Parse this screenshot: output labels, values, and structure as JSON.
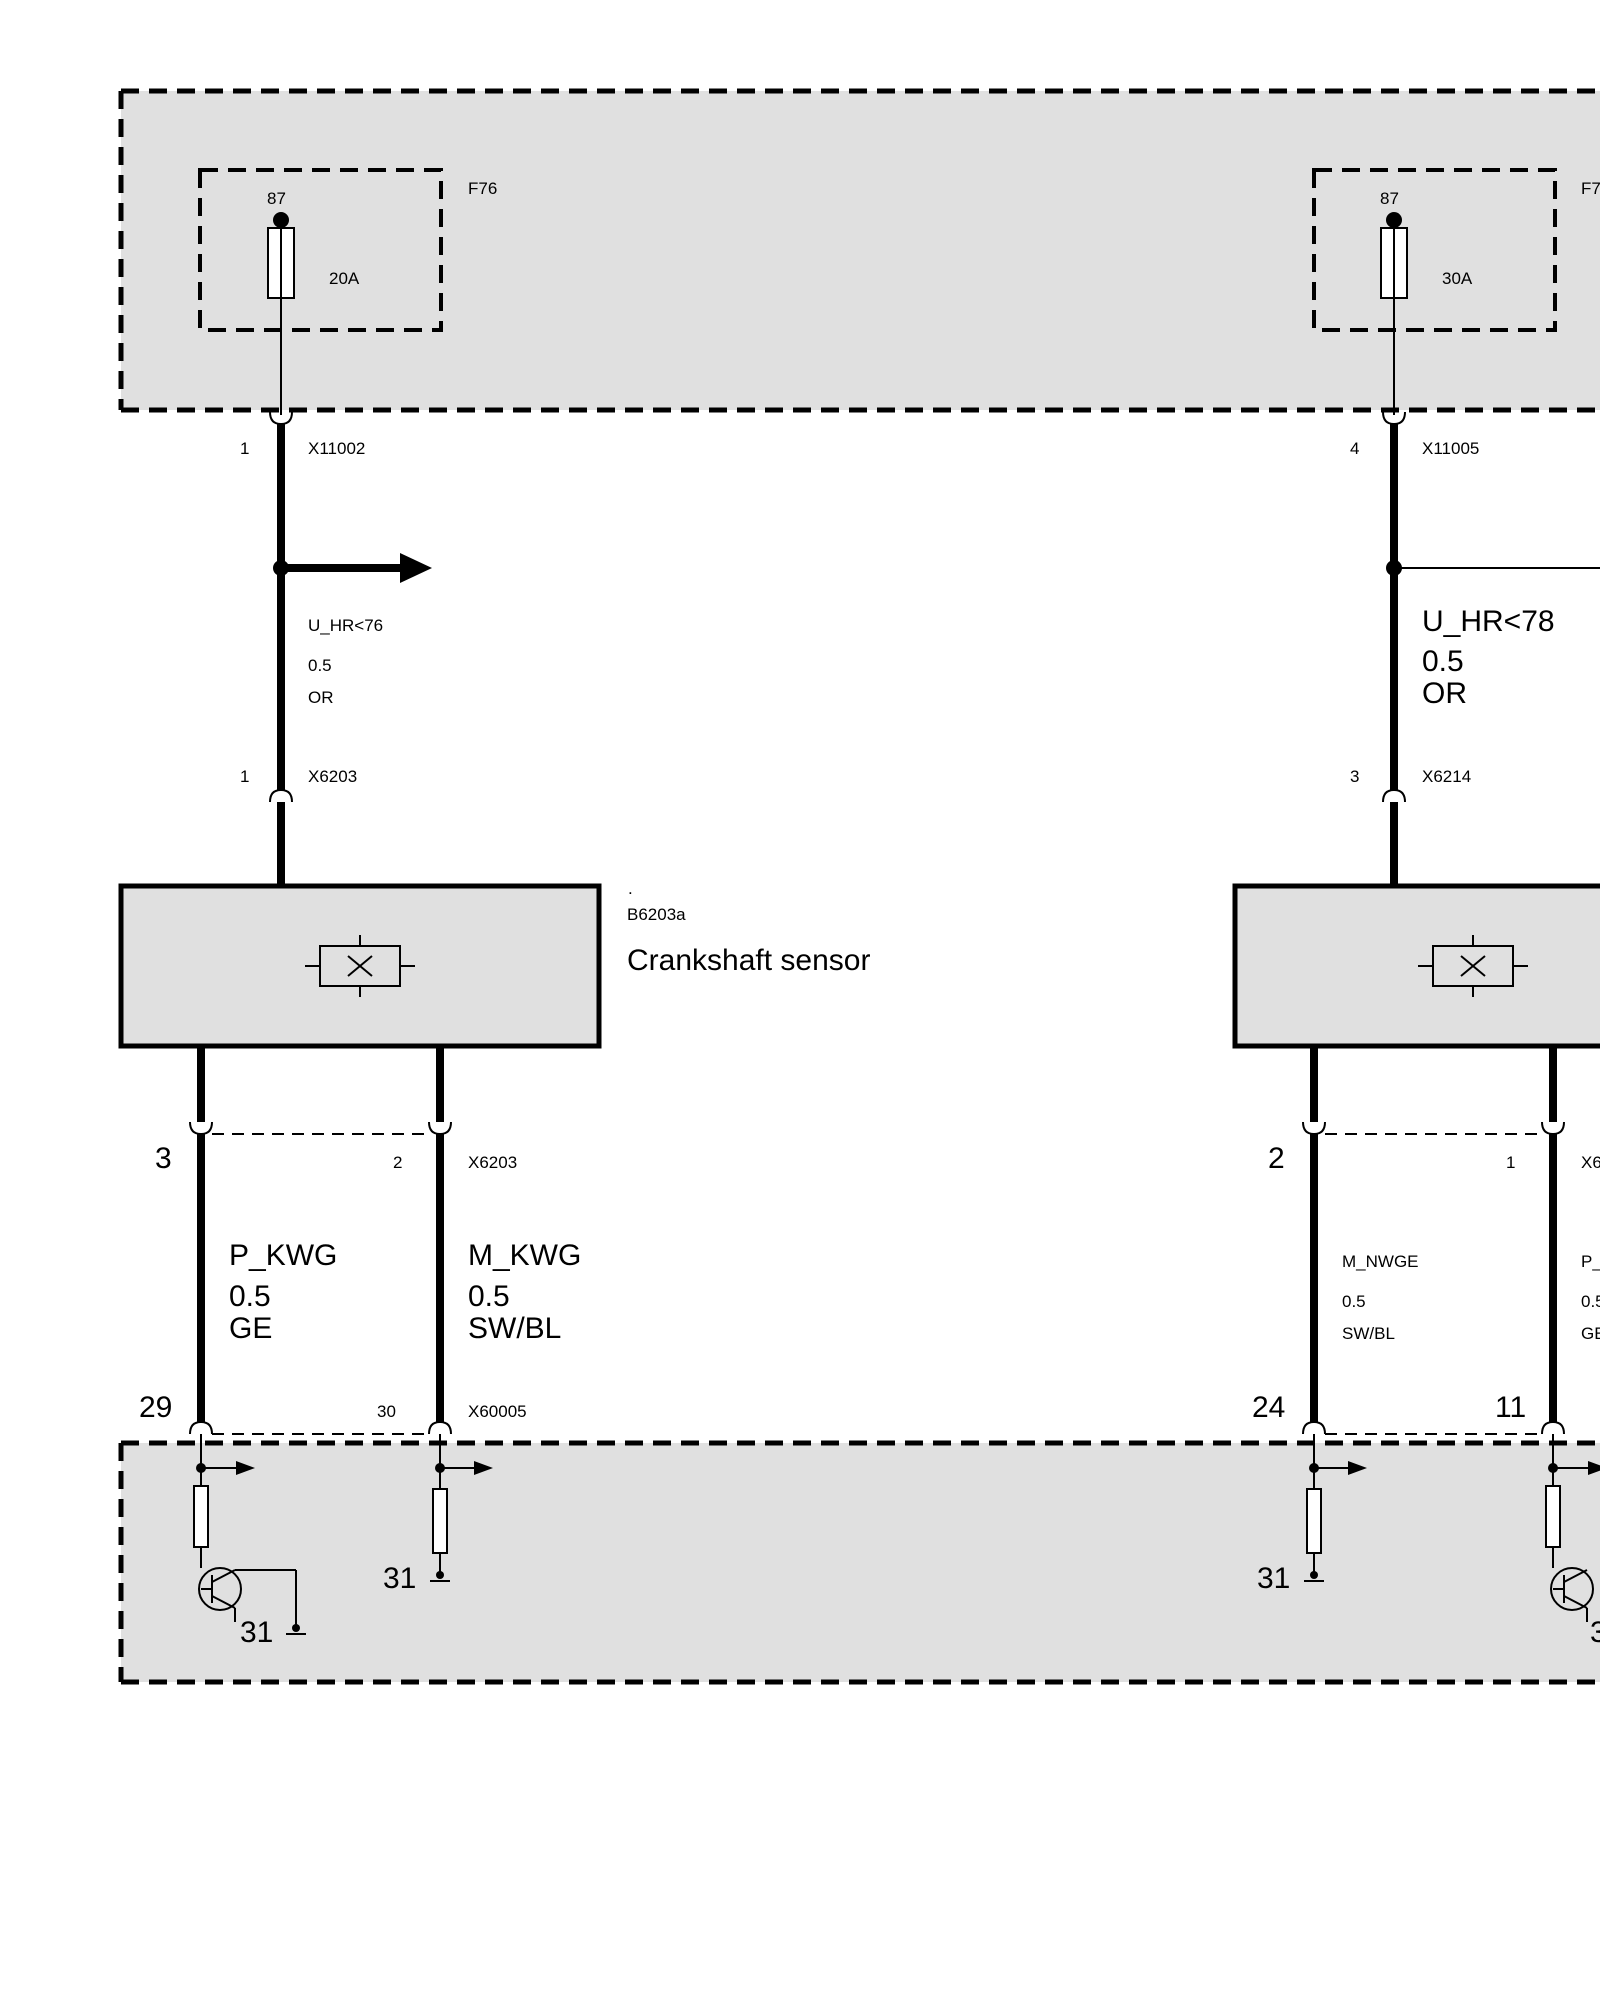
{
  "fuse_module": {
    "fuse_left": {
      "id": "F76",
      "terminal": "87",
      "rating": "20A"
    },
    "fuse_right": {
      "id": "F7",
      "terminal": "87",
      "rating": "30A"
    }
  },
  "connectors_top": {
    "left": {
      "pin": "1",
      "name": "X11002"
    },
    "right": {
      "pin": "4",
      "name": "X11005"
    }
  },
  "wires_supply": {
    "left": {
      "signal": "U_HR<76",
      "gauge": "0.5",
      "color": "OR"
    },
    "right": {
      "signal": "U_HR<78",
      "gauge": "0.5",
      "color": "OR"
    }
  },
  "connectors_sensor_top": {
    "left": {
      "pin": "1",
      "name": "X6203"
    },
    "right": {
      "pin": "3",
      "name": "X6214"
    }
  },
  "sensor_left": {
    "dot": ".",
    "id": "B6203a",
    "name": "Crankshaft sensor"
  },
  "sensor_bottom_connectors": {
    "left": {
      "pin_a": "3",
      "pin_b": "2",
      "name": "X6203"
    },
    "right": {
      "pin_a": "2",
      "pin_b": "1",
      "name": "X6"
    }
  },
  "wires_signal": {
    "left_a": {
      "signal": "P_KWG",
      "gauge": "0.5",
      "color": "GE"
    },
    "left_b": {
      "signal": "M_KWG",
      "gauge": "0.5",
      "color": "SW/BL"
    },
    "right_a": {
      "signal": "M_NWGE",
      "gauge": "0.5",
      "color": "SW/BL"
    },
    "right_b": {
      "signal": "P_",
      "gauge": "0.5",
      "color": "GE"
    }
  },
  "ecu_connectors": {
    "left": {
      "pin_a": "29",
      "pin_b": "30",
      "name": "X60005"
    },
    "right": {
      "pin_a": "24",
      "pin_b": "11"
    }
  },
  "ground": {
    "left_transistor": "31",
    "left_resistor": "31",
    "right_resistor": "31",
    "right_transistor": "3"
  }
}
